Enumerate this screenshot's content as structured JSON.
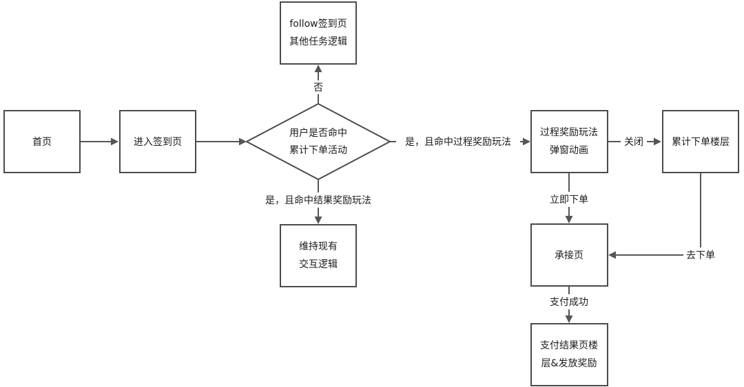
{
  "nodes": {
    "home": [
      "首页"
    ],
    "enter_signin": [
      "进入签到页"
    ],
    "follow_signin": [
      "follow签到页",
      "其他任务逻辑"
    ],
    "decision": [
      "用户是否命中",
      "累计下单活动"
    ],
    "keep_existing": [
      "维持现有",
      "交互逻辑"
    ],
    "process_popup": [
      "过程奖励玩法",
      "弹窗动画"
    ],
    "cumulative_floor": [
      "累计下单楼层"
    ],
    "landing_page": [
      "承接页"
    ],
    "pay_result": [
      "支付结果页楼",
      "层&发放奖励"
    ]
  },
  "edges": {
    "no": "否",
    "yes_result": "是，且命中结果奖励玩法",
    "yes_process": "是，且命中过程奖励玩法",
    "close": "关闭",
    "order_now": "立即下单",
    "go_order": "去下单",
    "pay_success": "支付成功"
  },
  "colors": {
    "stroke": "#4a4a4a",
    "arrow": "#555555",
    "text": "#1a1a1a",
    "background": "#ffffff"
  }
}
